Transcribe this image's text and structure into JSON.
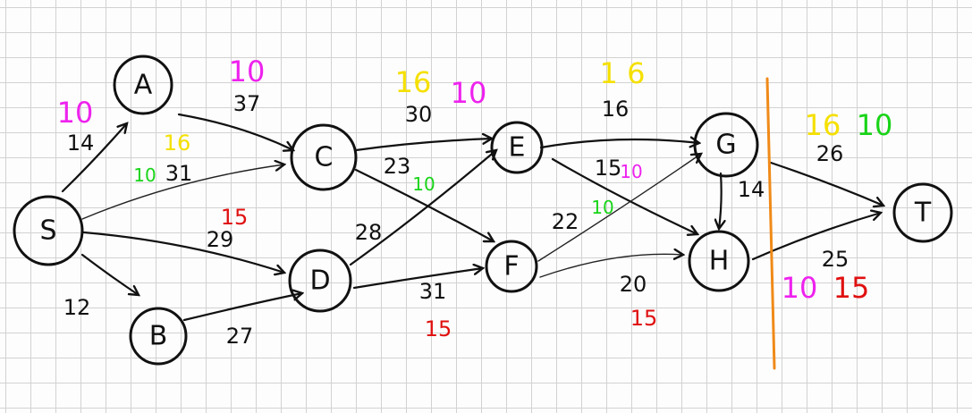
{
  "colors": {
    "ink": "#111111",
    "magenta": "#ee22ee",
    "yellow": "#f5e000",
    "green": "#18d418",
    "red": "#e01010",
    "cut_line": "#f08a18"
  },
  "nodes": [
    {
      "id": "S",
      "label": "S"
    },
    {
      "id": "A",
      "label": "A"
    },
    {
      "id": "B",
      "label": "B"
    },
    {
      "id": "C",
      "label": "C"
    },
    {
      "id": "D",
      "label": "D"
    },
    {
      "id": "E",
      "label": "E"
    },
    {
      "id": "F",
      "label": "F"
    },
    {
      "id": "G",
      "label": "G"
    },
    {
      "id": "H",
      "label": "H"
    },
    {
      "id": "T",
      "label": "T"
    }
  ],
  "edges": [
    {
      "from": "S",
      "to": "A",
      "capacity": "14"
    },
    {
      "from": "S",
      "to": "B",
      "capacity": "12"
    },
    {
      "from": "S",
      "to": "C",
      "capacity": "31"
    },
    {
      "from": "S",
      "to": "D",
      "capacity": "29"
    },
    {
      "from": "A",
      "to": "C",
      "capacity": "37"
    },
    {
      "from": "B",
      "to": "D",
      "capacity": "27"
    },
    {
      "from": "C",
      "to": "E",
      "capacity": "30"
    },
    {
      "from": "C",
      "to": "F",
      "capacity": "23"
    },
    {
      "from": "D",
      "to": "E",
      "capacity": "28"
    },
    {
      "from": "D",
      "to": "F",
      "capacity": "31"
    },
    {
      "from": "E",
      "to": "G",
      "capacity": "16"
    },
    {
      "from": "E",
      "to": "H",
      "capacity": "15"
    },
    {
      "from": "F",
      "to": "G",
      "capacity": "22"
    },
    {
      "from": "F",
      "to": "H",
      "capacity": "20"
    },
    {
      "from": "G",
      "to": "H",
      "capacity": "14"
    },
    {
      "from": "G",
      "to": "T",
      "capacity": "26"
    },
    {
      "from": "H",
      "to": "T",
      "capacity": "25"
    }
  ],
  "flow_annotations": [
    {
      "text": "10",
      "color": "magenta",
      "size": "big"
    },
    {
      "text": "10",
      "color": "magenta",
      "size": "big"
    },
    {
      "text": "16",
      "color": "yellow",
      "size": "big"
    },
    {
      "text": "10",
      "color": "magenta",
      "size": "big"
    },
    {
      "text": "1 6",
      "color": "yellow",
      "size": "big"
    },
    {
      "text": "16",
      "color": "yellow",
      "size": "big"
    },
    {
      "text": "10",
      "color": "green",
      "size": "big"
    },
    {
      "text": "16",
      "color": "yellow",
      "size": "normal"
    },
    {
      "text": "10",
      "color": "green",
      "size": "small"
    },
    {
      "text": "15",
      "color": "red",
      "size": "normal"
    },
    {
      "text": "10",
      "color": "green",
      "size": "small"
    },
    {
      "text": "10",
      "color": "green",
      "size": "small"
    },
    {
      "text": "10",
      "color": "magenta",
      "size": "small"
    },
    {
      "text": "15",
      "color": "red",
      "size": "normal"
    },
    {
      "text": "15",
      "color": "red",
      "size": "normal"
    },
    {
      "text": "10",
      "color": "magenta",
      "size": "big"
    },
    {
      "text": "15",
      "color": "red",
      "size": "big"
    }
  ]
}
